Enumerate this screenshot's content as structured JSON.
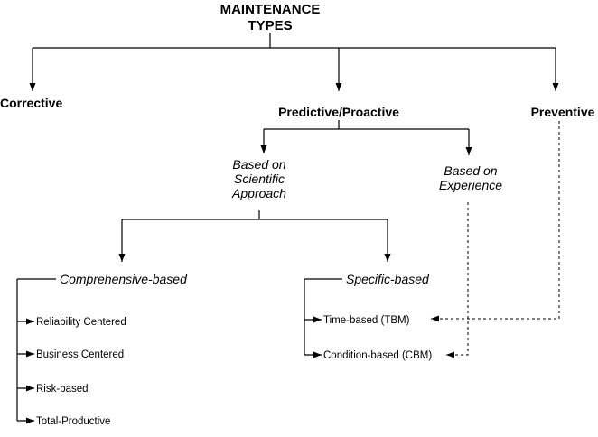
{
  "title": [
    "MAINTENANCE",
    "TYPES"
  ],
  "types": {
    "corrective": "Corrective",
    "predictive": "Predictive/Proactive",
    "preventive": "Preventive"
  },
  "predictive_branches": {
    "scientific": [
      "Based on",
      "Scientific",
      "Approach"
    ],
    "experience": [
      "Based on",
      "Experience"
    ]
  },
  "approaches": {
    "comprehensive": {
      "label": "Comprehensive-based",
      "items": [
        "Reliability Centered",
        "Business Centered",
        "Risk-based",
        "Total-Productive"
      ]
    },
    "specific": {
      "label": "Specific-based",
      "items": [
        "Time-based (TBM)",
        "Condition-based (CBM)"
      ]
    }
  }
}
